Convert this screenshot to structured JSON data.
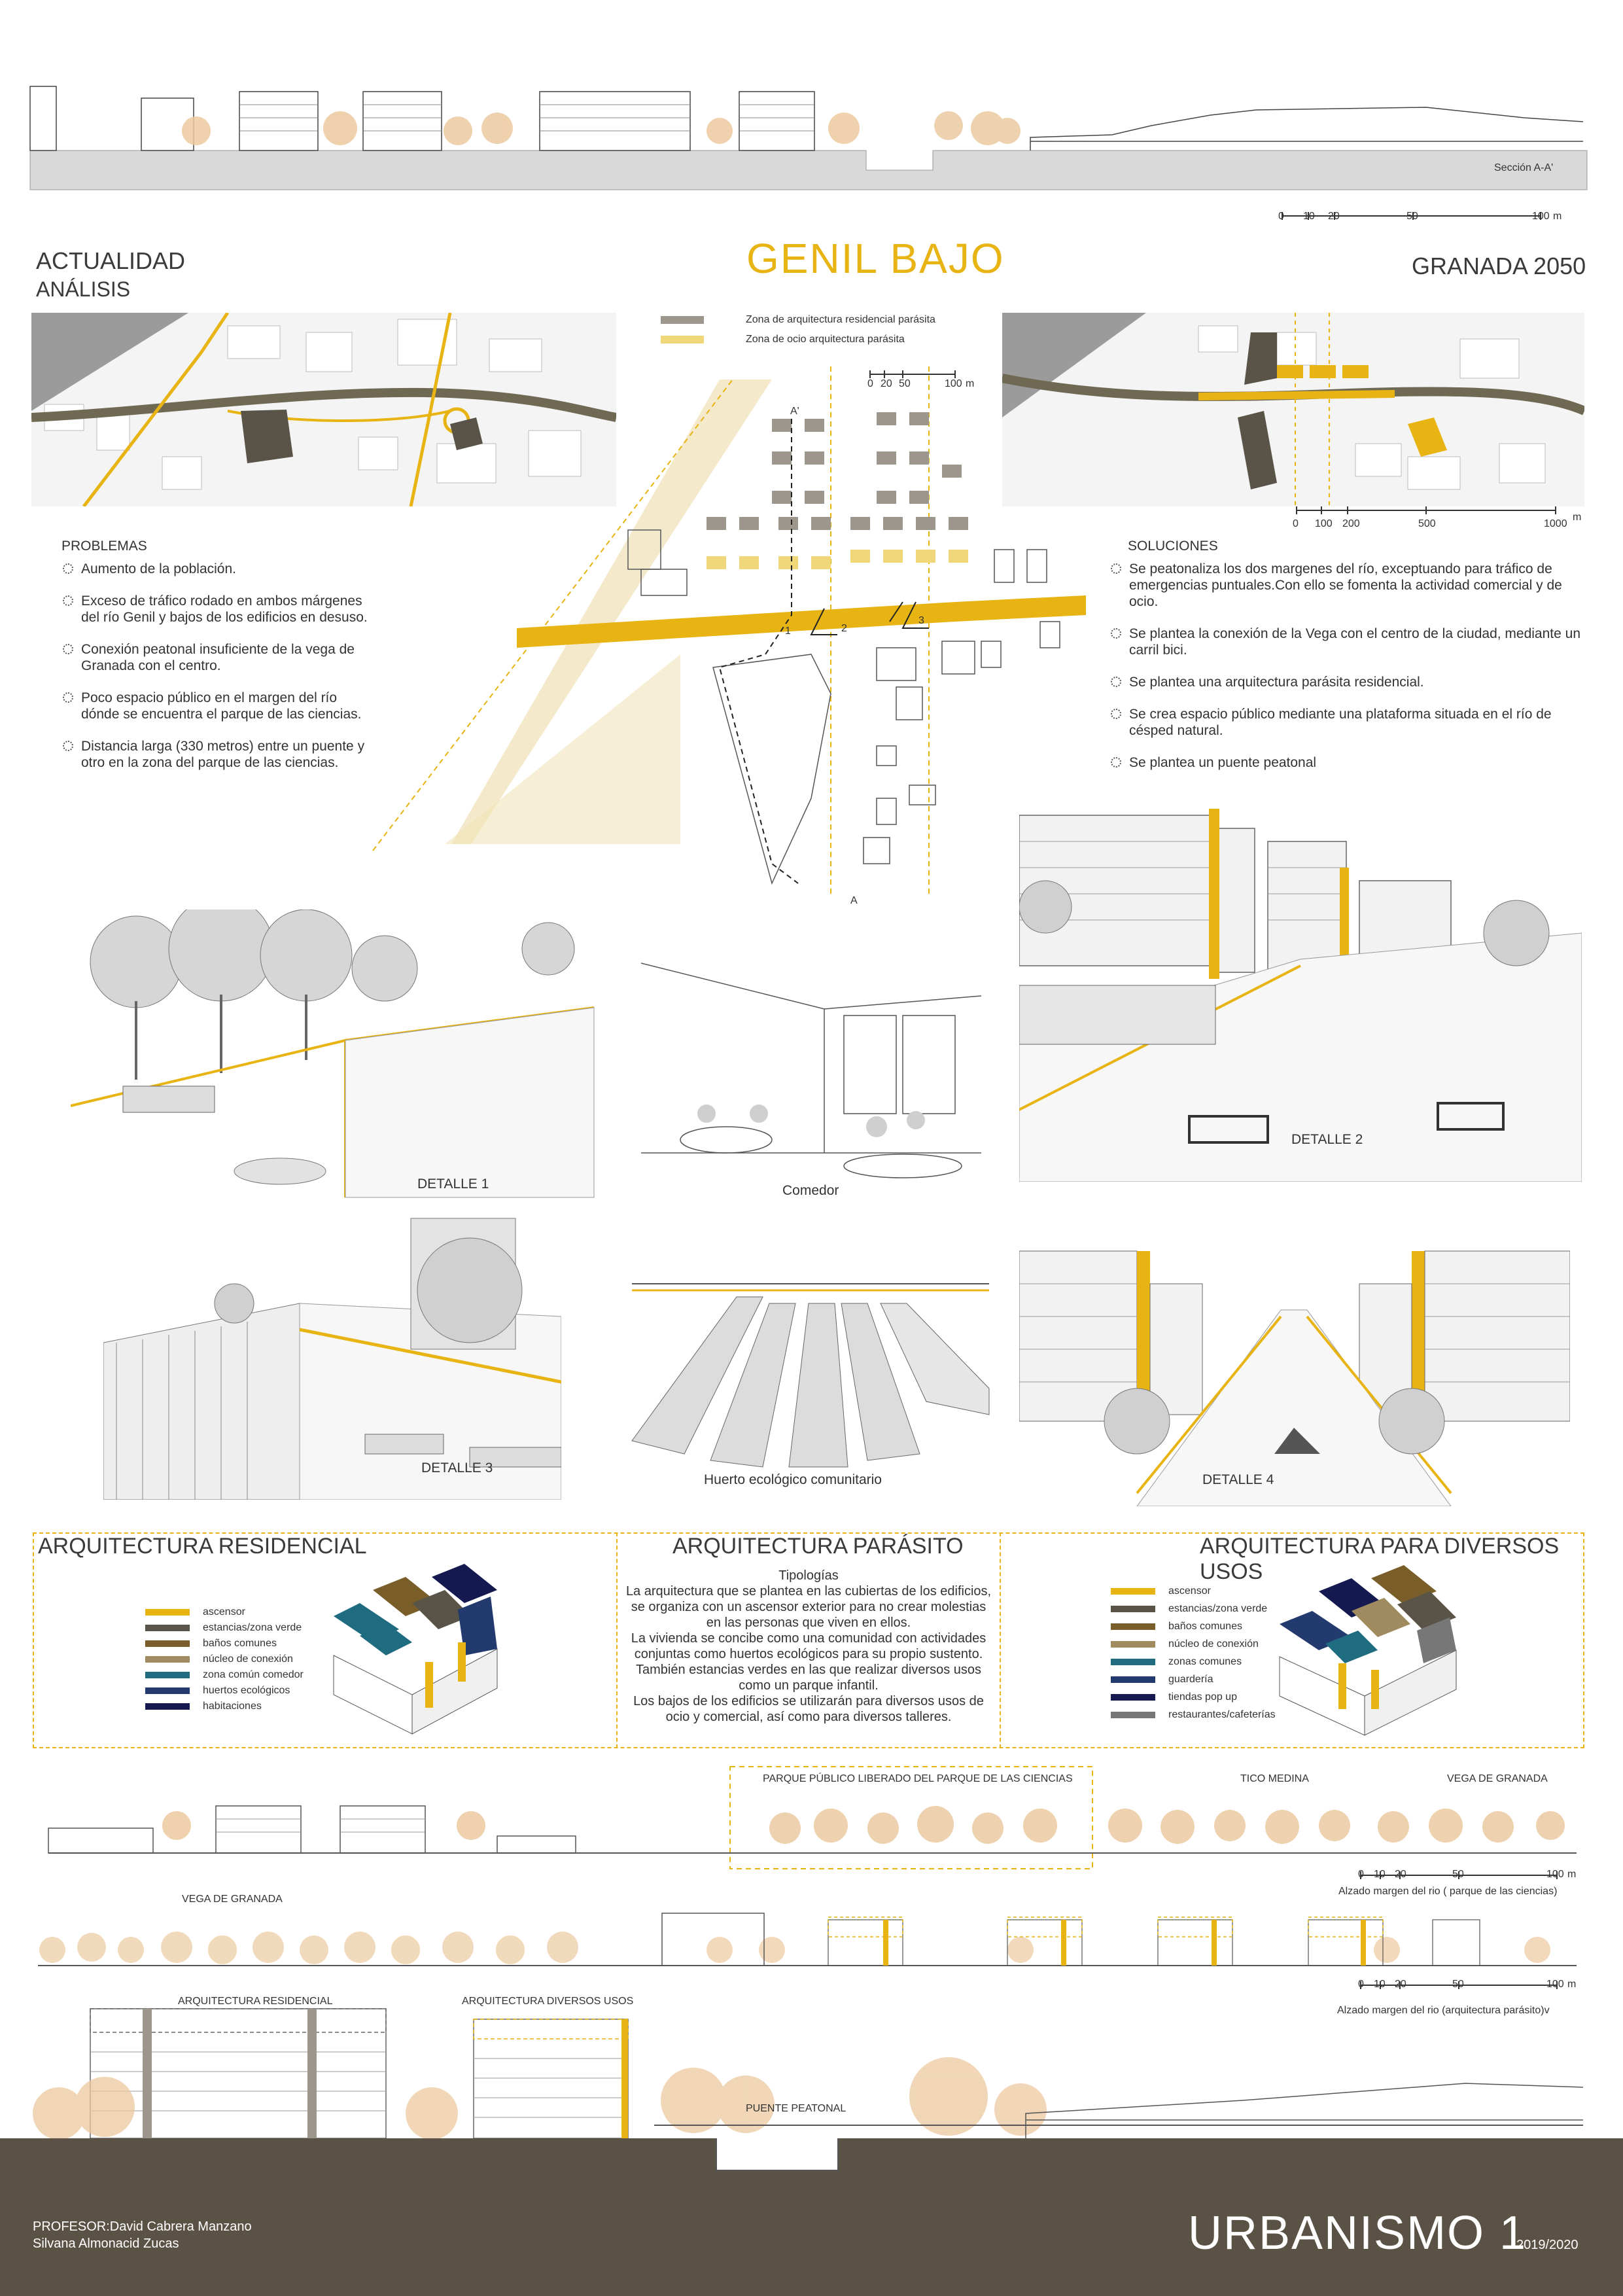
{
  "section_top": {
    "label": "Sección A-A'",
    "scale": [
      "0",
      "10",
      "20",
      "50",
      "100",
      "m"
    ]
  },
  "header": {
    "title": "GENIL BAJO",
    "left_title": "ACTUALIDAD",
    "left_subtitle": "ANÁLISIS",
    "right_title": "GRANADA 2050"
  },
  "legend_top": [
    {
      "label": "Zona de arquitectura residencial parásita",
      "color": "#9c968c"
    },
    {
      "label": "Zona de ocio arquitectura parásita",
      "color": "#f0d77a"
    }
  ],
  "plan_scale": [
    "0",
    "20",
    "50",
    "100",
    "m"
  ],
  "right_map_scale": [
    "0",
    "100",
    "200",
    "500",
    "1000",
    "m"
  ],
  "section_marks": {
    "top": "A'",
    "bottom": "A",
    "n1": "1",
    "n2": "2",
    "n3": "3"
  },
  "problems": {
    "title": "PROBLEMAS",
    "items": [
      "Aumento de la población.",
      "Exceso de tráfico rodado en ambos márgenes del río Genil y bajos de los edificios en desuso.",
      "Conexión peatonal insuficiente de la vega de Granada con el centro.",
      "Poco espacio público en el margen del río dónde se encuentra el parque de las ciencias.",
      "Distancia larga (330 metros) entre un puente y otro en la zona del parque de las ciencias."
    ]
  },
  "solutions": {
    "title": "SOLUCIONES",
    "items": [
      "Se peatonaliza los dos margenes del río, exceptuando para tráfico de emergencias puntuales.Con ello se fomenta la actividad comercial y de ocio.",
      "Se plantea la conexión de la Vega con el centro de la ciudad, mediante un carril bici.",
      "Se plantea una arquitectura parásita residencial.",
      "Se crea espacio público mediante una plataforma situada en el río de césped natural.",
      "Se plantea un puente peatonal"
    ]
  },
  "sketches": {
    "d1": "DETALLE 1",
    "comedor": "Comedor",
    "d2": "DETALLE 2",
    "d3": "DETALLE 3",
    "huerto": "Huerto ecológico comunitario",
    "d4": "DETALLE 4"
  },
  "residencial": {
    "title": "ARQUITECTURA RESIDENCIAL",
    "legend": [
      {
        "label": "ascensor",
        "color": "#e8b414"
      },
      {
        "label": "estancias/zona verde",
        "color": "#5a5448"
      },
      {
        "label": "baños comunes",
        "color": "#7a5e2a"
      },
      {
        "label": "núcleo de conexión",
        "color": "#a08a60"
      },
      {
        "label": "zona común comedor",
        "color": "#1f6b80"
      },
      {
        "label": "huertos ecológicos",
        "color": "#233a6e"
      },
      {
        "label": "habitaciones",
        "color": "#141a50"
      }
    ]
  },
  "parasito": {
    "title": "ARQUITECTURA PARÁSITO",
    "subtitle": "Tipologías",
    "text": [
      "La arquitectura que se plantea en las cubiertas de los edificios,",
      "se organiza con un ascensor exterior para no crear molestias",
      "en las personas que viven en ellos.",
      "La vivienda se concibe como una comunidad con actividades",
      "conjuntas como huertos ecológicos para su propio sustento.",
      "También estancias verdes en las que realizar diversos usos",
      "como un parque infantil.",
      "Los bajos de los edificios se utilizarán para diversos usos de",
      "ocio y comercial, así como para diversos talleres."
    ]
  },
  "diversos": {
    "title": "ARQUITECTURA PARA DIVERSOS USOS",
    "legend": [
      {
        "label": "ascensor",
        "color": "#e8b414"
      },
      {
        "label": "estancias/zona verde",
        "color": "#5a5448"
      },
      {
        "label": "baños comunes",
        "color": "#7a5e2a"
      },
      {
        "label": "núcleo de conexión",
        "color": "#a08a60"
      },
      {
        "label": "zonas comunes",
        "color": "#1f6b80"
      },
      {
        "label": "guardería",
        "color": "#233a6e"
      },
      {
        "label": "tiendas pop up",
        "color": "#141a50"
      },
      {
        "label": "restaurantes/cafeterías",
        "color": "#777777"
      }
    ]
  },
  "elev1": {
    "labels": [
      "PARQUE PÚBLICO LIBERADO DEL PARQUE DE LAS CIENCIAS",
      "TICO MEDINA",
      "VEGA DE GRANADA"
    ],
    "caption": "Alzado margen del rio ( parque de las ciencias)",
    "scale": [
      "0",
      "10",
      "20",
      "50",
      "100",
      "m"
    ]
  },
  "elev2": {
    "label": "VEGA DE GRANADA",
    "caption": "Alzado margen del rio (arquitectura parásito)v",
    "scale": [
      "0",
      "10",
      "20",
      "50",
      "100",
      "m"
    ]
  },
  "elev3": {
    "labels": [
      "ARQUITECTURA RESIDENCIAL",
      "ARQUITECTURA DIVERSOS USOS",
      "PUENTE PEATONAL"
    ]
  },
  "footer": {
    "profesor": "PROFESOR:David Cabrera Manzano",
    "alumna": "Silvana Almonacid Zucas",
    "course": "URBANISMO 1",
    "year": "2019/2020"
  },
  "colors": {
    "accent": "#e8b414",
    "dark": "#5a5448",
    "footer_bg": "#5b5246",
    "tree": "#e9c9a2"
  }
}
